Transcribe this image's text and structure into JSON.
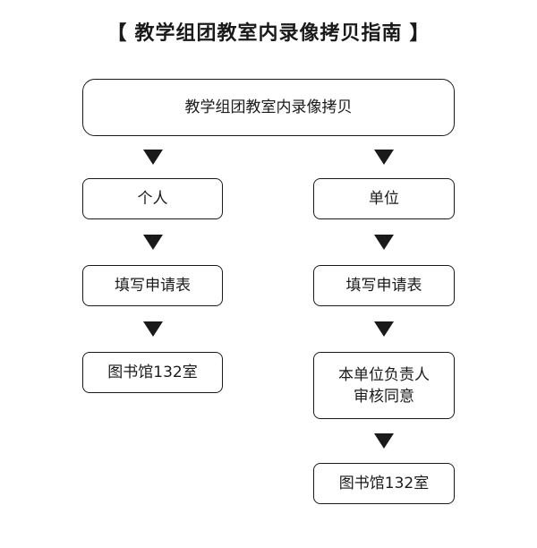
{
  "title": {
    "bracket_left": "【",
    "text": "教学组团教室内录像拷贝指南",
    "bracket_right": "】"
  },
  "top_box": {
    "label": "教学组团教室内录像拷贝"
  },
  "left_branch": {
    "steps": [
      "个人",
      "填写申请表",
      "图书馆132室"
    ]
  },
  "right_branch": {
    "steps": [
      "单位",
      "填写申请表",
      "本单位负责人\n审核同意",
      "图书馆132室"
    ]
  }
}
